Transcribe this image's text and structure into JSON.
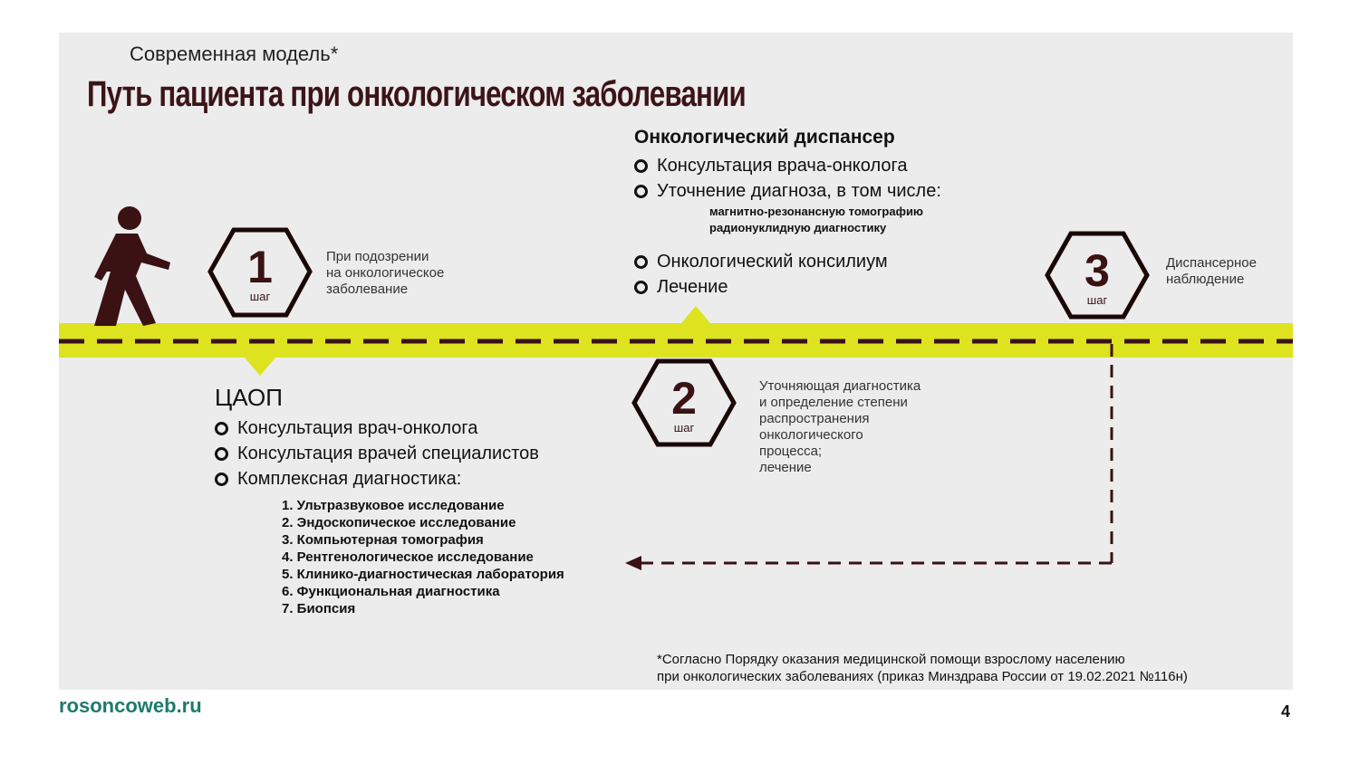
{
  "subtitle": "Современная модель*",
  "title": "Путь пациента при онкологическом заболевании",
  "steps": [
    {
      "number": "1",
      "label": "шаг",
      "text": [
        "При подозрении",
        "на онкологическое",
        "заболевание"
      ]
    },
    {
      "number": "2",
      "label": "шаг",
      "text": [
        "Уточняющая диагностика",
        "и определение степени",
        "распространения",
        "онкологического",
        "процесса;",
        "лечение"
      ]
    },
    {
      "number": "3",
      "label": "шаг",
      "text": [
        "Диспансерное",
        "наблюдение"
      ]
    }
  ],
  "dispensary": {
    "heading": "Онкологический диспансер",
    "items": [
      "Консультация врача-онколога",
      "Уточнение диагноза, в том числе:"
    ],
    "sub_items": [
      "магнитно-резонансную томографию",
      "радионуклидную диагностику"
    ],
    "items2": [
      "Онкологический консилиум",
      "Лечение"
    ]
  },
  "caop": {
    "heading": "ЦАОП",
    "items": [
      "Консультация врач-онколога",
      "Консультация врачей специалистов",
      "Комплексная диагностика:"
    ],
    "diagnostics": [
      "1. Ультразвуковое исследование",
      "2. Эндоскопическое исследование",
      "3. Компьютерная томография",
      "4. Рентгенологическое исследование",
      "5. Клинико-диагностическая лаборатория",
      "6. Функциональная диагностика",
      "7. Биопсия"
    ]
  },
  "footnote": [
    "*Согласно Порядку оказания медицинской помощи взрослому населению",
    "при онкологических заболеваниях (приказ Минздрава России от 19.02.2021 №116н)"
  ],
  "site": "rosoncoweb.ru",
  "page_number": "4",
  "colors": {
    "band": "#dde31f",
    "dark": "#3a1214",
    "site": "#1e7a6c",
    "panel": "#ececec"
  }
}
